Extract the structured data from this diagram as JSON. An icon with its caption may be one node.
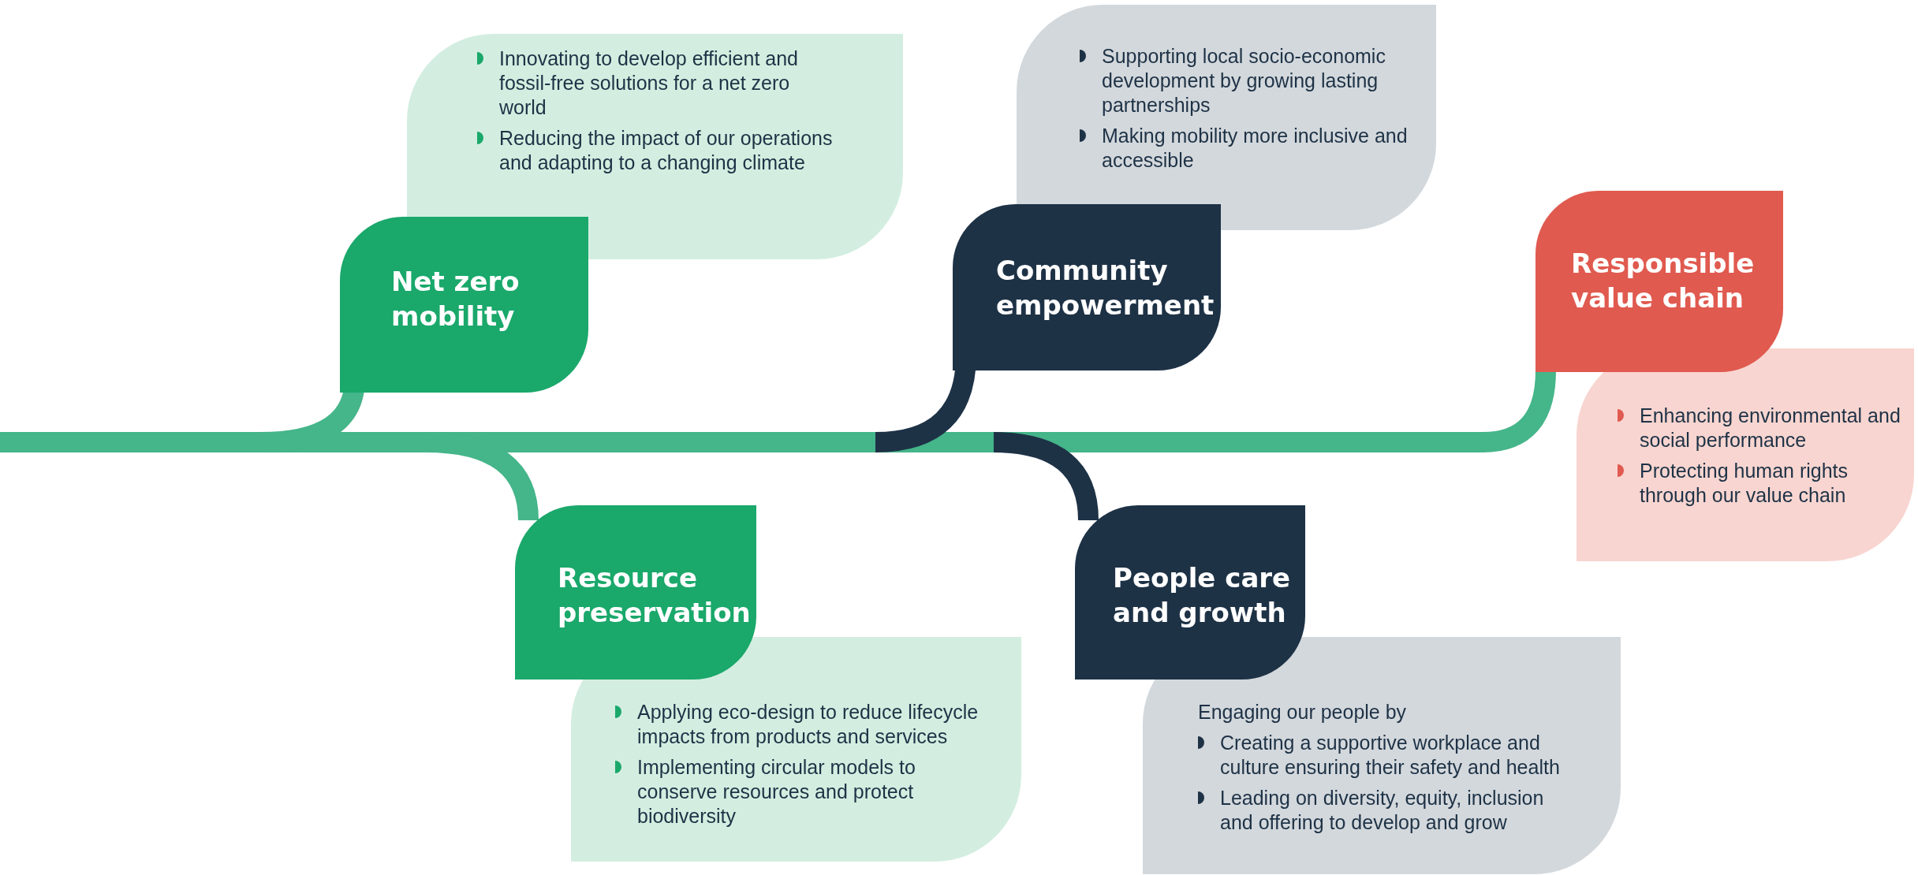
{
  "diagram": {
    "nodes": [
      {
        "text": [
          "Net zero mobility"
        ]
      },
      {
        "text": [
          "Innovating to develop efficient and fossil-free solutions for a net zero world",
          "Reducing the impact of our operations and adapting to a changing climate"
        ]
      },
      {
        "text": [
          "Community empowerment"
        ]
      },
      {
        "text": [
          "Supporting local socio-economic development by growing lasting partnerships",
          "Making mobility more inclusive and accessible"
        ]
      },
      {
        "text": [
          "Responsible value chain"
        ]
      },
      {
        "text": [
          "Enhancing environmental and social performance",
          "Protecting human rights through our value chain"
        ]
      },
      {
        "text": [
          "Resource preservation"
        ]
      },
      {
        "text": [
          "Applying eco-design to reduce lifecycle impacts from products and services",
          "Implementing circular models to conserve resources and protect biodiversity"
        ]
      },
      {
        "text": [
          "People care and growth"
        ]
      },
      {
        "text": [
          "Engaging our people by",
          "Creating a supportive workplace and culture ensuring their safety and health",
          "Leading on diversity, equity, inclusion and offering to develop and grow"
        ]
      }
    ]
  }
}
